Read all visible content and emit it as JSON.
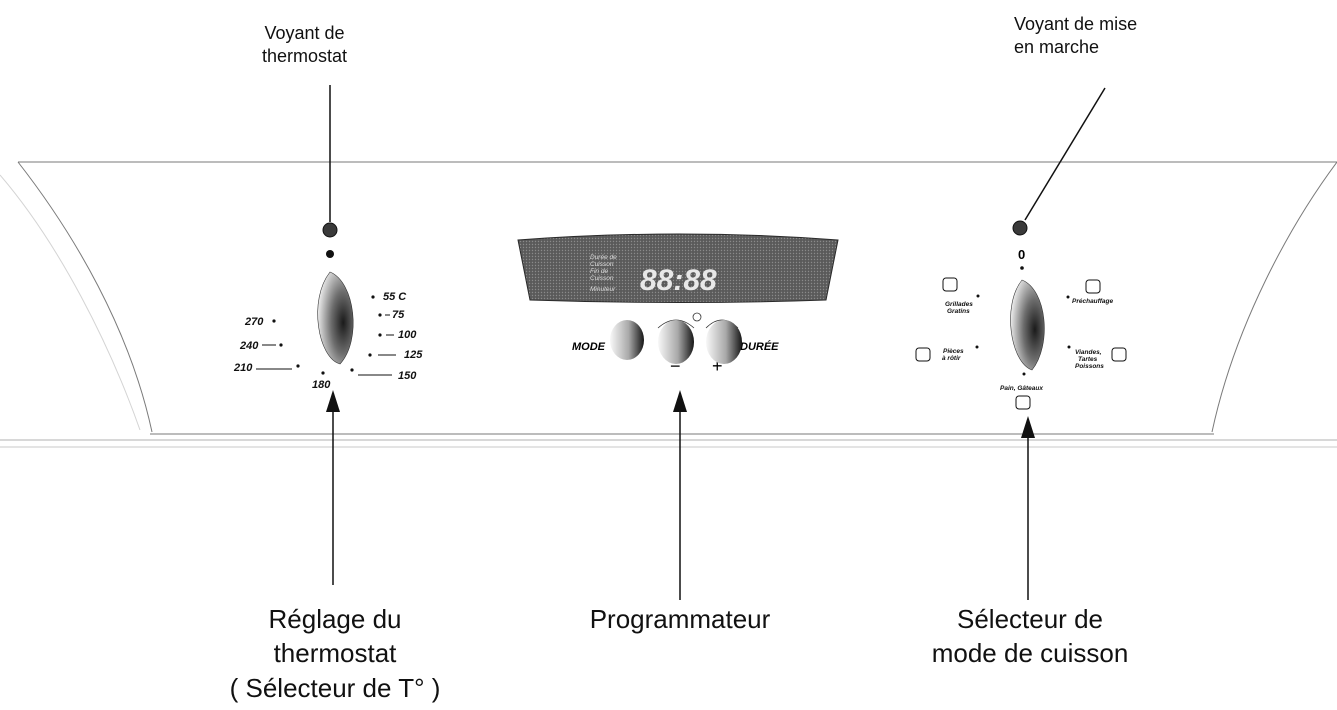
{
  "callouts": {
    "thermostat_light": [
      "Voyant de",
      "thermostat"
    ],
    "power_light": [
      "Voyant de mise",
      "en marche"
    ],
    "thermostat_knob": [
      "Réglage du",
      "thermostat",
      "( Sélecteur de T° )"
    ],
    "programmer": [
      "Programmateur"
    ],
    "mode_selector": [
      "Sélecteur de",
      "mode de cuisson"
    ]
  },
  "thermostat_scale": {
    "left": [
      "270",
      "240",
      "210"
    ],
    "bottom": "180",
    "right": [
      "55 C",
      "75",
      "100",
      "125",
      "150"
    ]
  },
  "programmer_panel": {
    "display_labels": [
      "Durée de",
      "Cuisson",
      "Fin de",
      "Cuisson",
      "Minuteur"
    ],
    "digits": "88:88",
    "mode_label": "MODE",
    "duree_label": "DURÉE",
    "minus": "−",
    "plus": "+"
  },
  "mode_scale": {
    "top": "0",
    "left_upper": [
      "Grillades",
      "Gratins"
    ],
    "left_lower": [
      "Pièces",
      "à rôtir"
    ],
    "right_upper": "Préchauffage",
    "right_lower": [
      "Viandes,",
      "Tartes",
      "Poissons"
    ],
    "bottom": "Pain, Gâteaux"
  }
}
